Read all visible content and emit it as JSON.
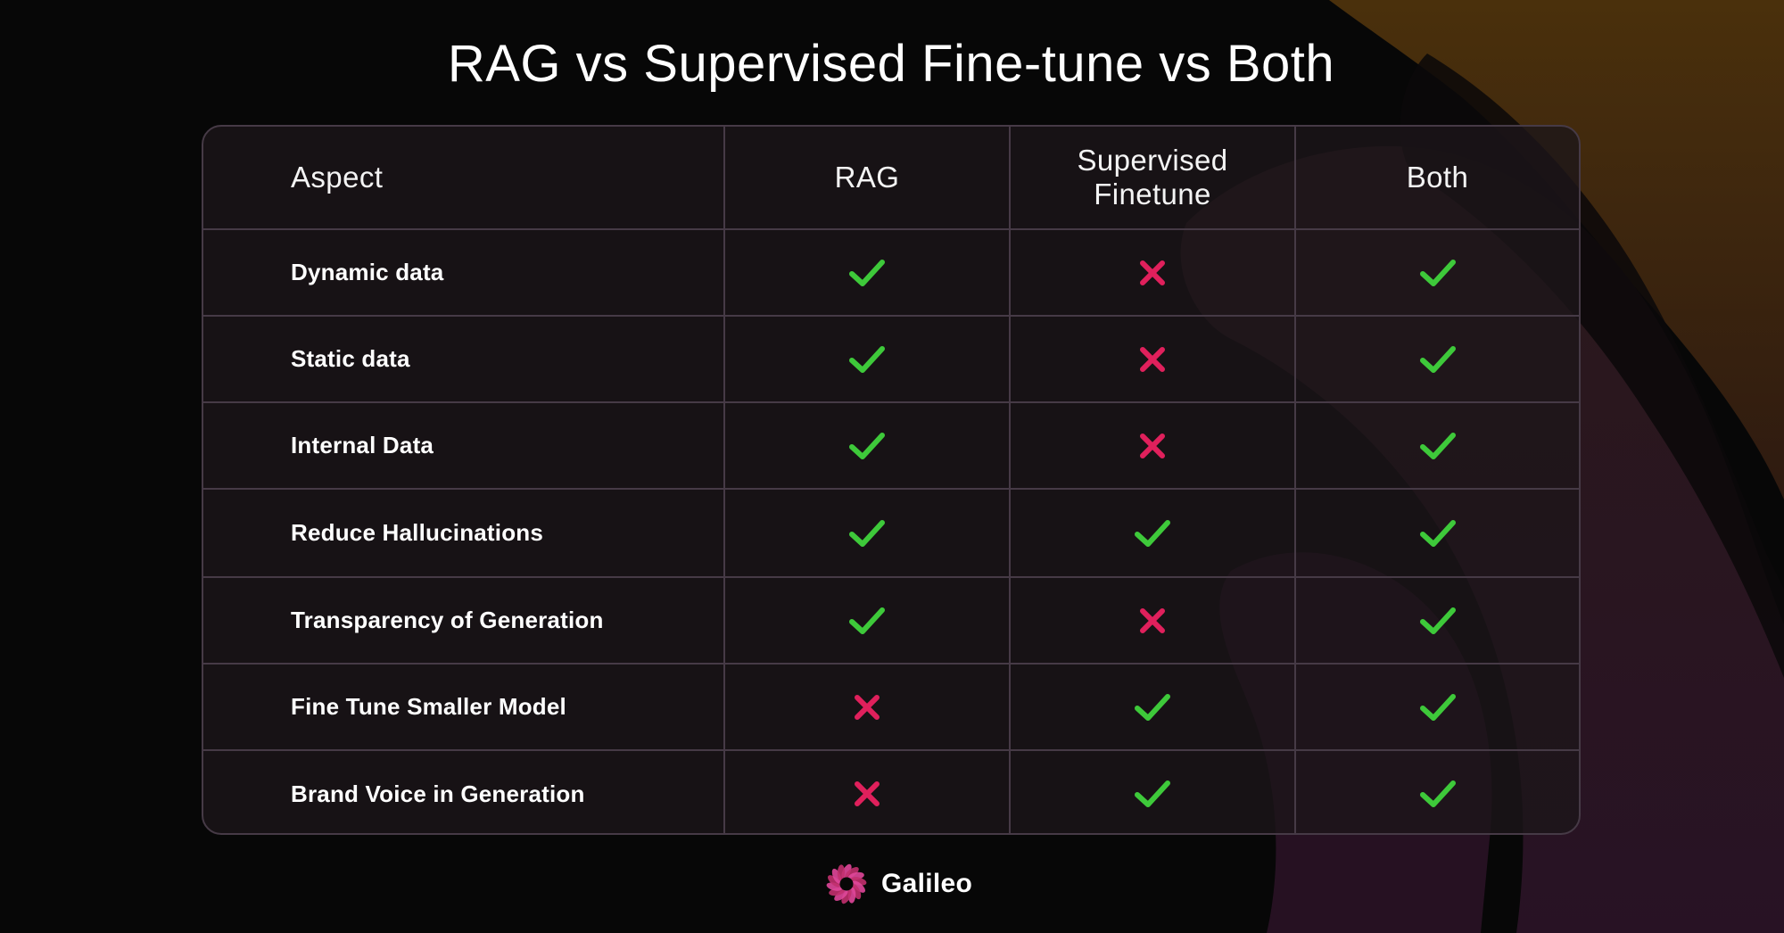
{
  "title": "RAG vs Supervised Fine-tune vs Both",
  "table": {
    "headers": {
      "aspect": "Aspect",
      "rag": "RAG",
      "sft": "Supervised Finetune",
      "both": "Both"
    },
    "rows": [
      {
        "aspect": "Dynamic data",
        "rag": "check",
        "sft": "cross",
        "both": "check"
      },
      {
        "aspect": "Static data",
        "rag": "check",
        "sft": "cross",
        "both": "check"
      },
      {
        "aspect": "Internal Data",
        "rag": "check",
        "sft": "cross",
        "both": "check"
      },
      {
        "aspect": "Reduce Hallucinations",
        "rag": "check",
        "sft": "check",
        "both": "check"
      },
      {
        "aspect": "Transparency of Generation",
        "rag": "check",
        "sft": "cross",
        "both": "check"
      },
      {
        "aspect": "Fine Tune Smaller Model",
        "rag": "cross",
        "sft": "check",
        "both": "check"
      },
      {
        "aspect": "Brand Voice in Generation",
        "rag": "cross",
        "sft": "check",
        "both": "check"
      }
    ]
  },
  "logo": {
    "name": "Galileo",
    "icon": "galileo-logo-icon"
  },
  "colors": {
    "background": "#070707",
    "check": "#3ec93a",
    "cross": "#e0205c",
    "grid": "#463a46",
    "shape_orange": "#3a2408",
    "shape_plum": "#2a1620"
  }
}
